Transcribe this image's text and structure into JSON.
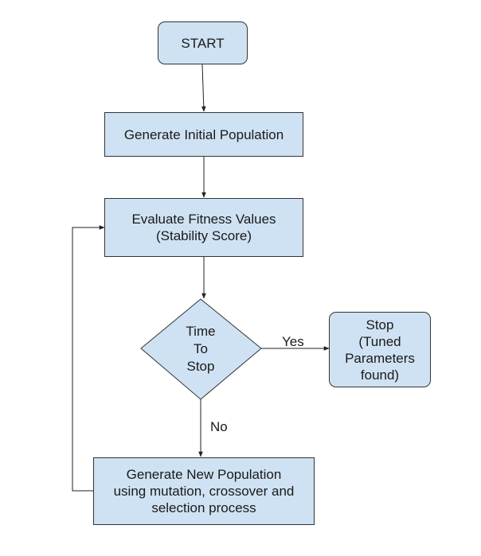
{
  "nodes": {
    "start": {
      "lines": [
        "START"
      ]
    },
    "init_population": {
      "lines": [
        "Generate Initial Population"
      ]
    },
    "evaluate": {
      "lines": [
        "Evaluate Fitness Values",
        "(Stability Score)"
      ]
    },
    "decision": {
      "lines": [
        "Time",
        "To",
        "Stop"
      ]
    },
    "stop": {
      "lines": [
        "Stop",
        "(Tuned",
        "Parameters",
        "found)"
      ]
    },
    "new_population": {
      "lines": [
        "Generate New Population",
        "using mutation, crossover and",
        "selection process"
      ]
    }
  },
  "edge_labels": {
    "yes": "Yes",
    "no": "No"
  },
  "colors": {
    "node_fill": "#cfe2f3",
    "stroke": "#333333",
    "line": "#222222"
  }
}
